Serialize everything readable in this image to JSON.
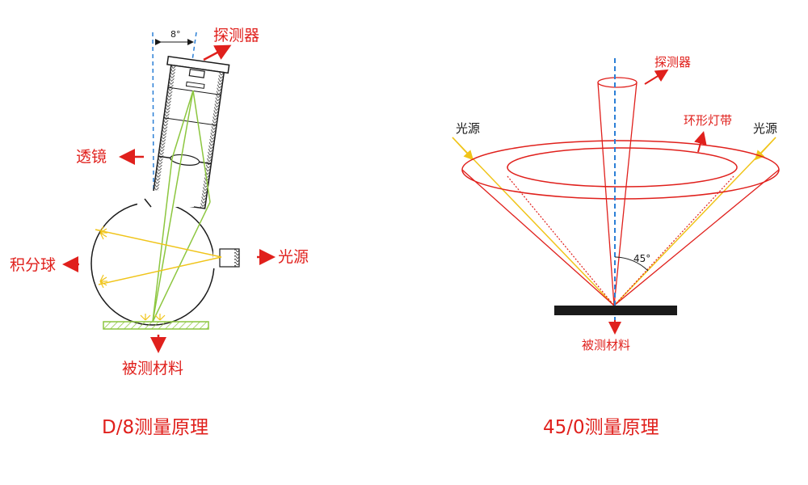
{
  "left": {
    "angle_label": "8°",
    "detector": "探测器",
    "lens": "透镜",
    "sphere": "积分球",
    "light_source": "光源",
    "sample": "被测材料",
    "caption": "D/8测量原理"
  },
  "right": {
    "detector": "探测器",
    "ring_lamp": "环形灯带",
    "light_source_left": "光源",
    "light_source_right": "光源",
    "angle_label": "45°",
    "sample": "被测材料",
    "caption": "45/0测量原理"
  },
  "colors": {
    "red": "#e0201c",
    "blue_dashed": "#2b7fd6",
    "yellow": "#f0c419",
    "green": "#8cc63f",
    "black": "#1a1a1a"
  }
}
